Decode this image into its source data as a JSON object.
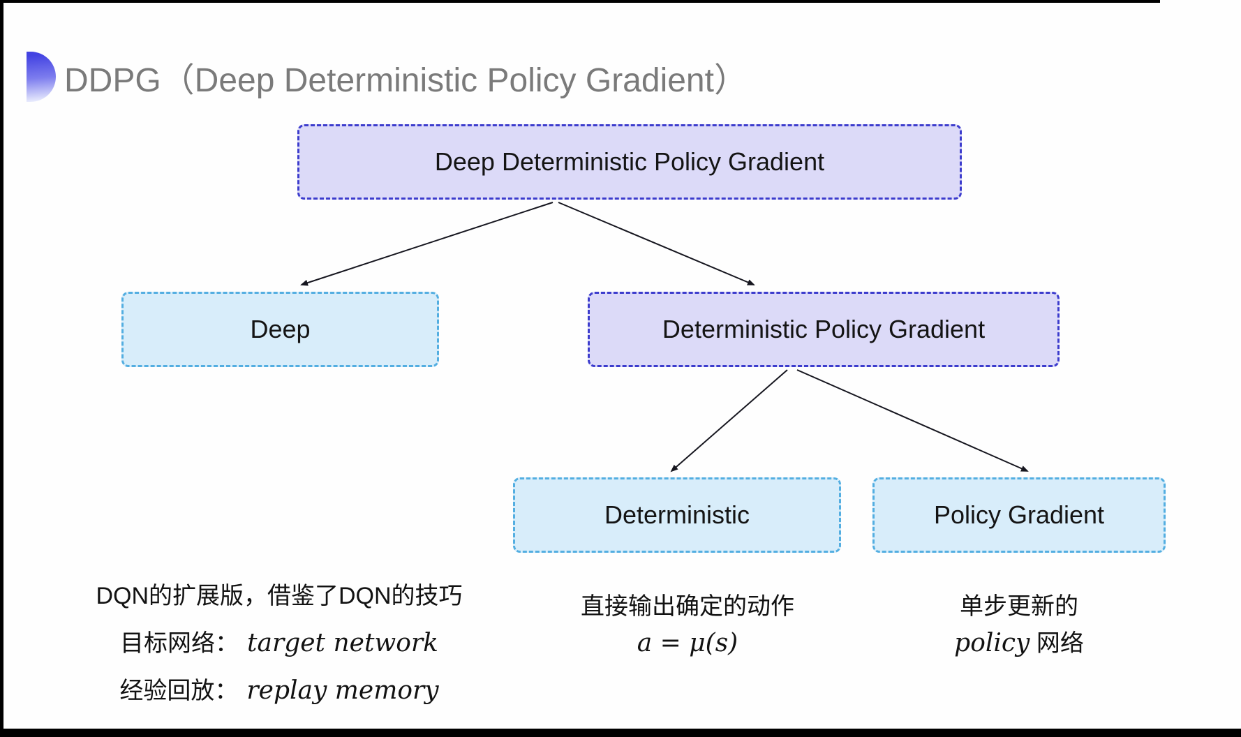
{
  "title": {
    "text": "DDPG（Deep Deterministic Policy Gradient）",
    "color": "#7a7a7a"
  },
  "diagram": {
    "nodes": [
      {
        "id": "root",
        "label": "Deep Deterministic Policy Gradient",
        "variant": "purple"
      },
      {
        "id": "deep",
        "label": "Deep",
        "variant": "cyan"
      },
      {
        "id": "dpg",
        "label": "Deterministic Policy Gradient",
        "variant": "purple"
      },
      {
        "id": "deterministic",
        "label": "Deterministic",
        "variant": "cyan"
      },
      {
        "id": "policy-gradient",
        "label": "Policy Gradient",
        "variant": "cyan"
      }
    ],
    "edges": [
      {
        "from": "root",
        "to": "deep"
      },
      {
        "from": "root",
        "to": "dpg"
      },
      {
        "from": "dpg",
        "to": "deterministic"
      },
      {
        "from": "dpg",
        "to": "policy-gradient"
      }
    ],
    "colors": {
      "purple_fill": "#dcdaf8",
      "purple_border": "#3c3ccd",
      "cyan_fill": "#d8edfa",
      "cyan_border": "#53aee1",
      "arrow": "#16161f"
    }
  },
  "notes": {
    "deep": {
      "line1": "DQN的扩展版，借鉴了DQN的技巧",
      "line2_label": "目标网络：",
      "line2_term": "target network",
      "line3_label": "经验回放：",
      "line3_term": "replay memory"
    },
    "deterministic": {
      "line1": "直接输出确定的动作",
      "formula": "a = μ(s)"
    },
    "policy_gradient": {
      "line1": "单步更新的",
      "term": "policy",
      "label": " 网络"
    }
  }
}
